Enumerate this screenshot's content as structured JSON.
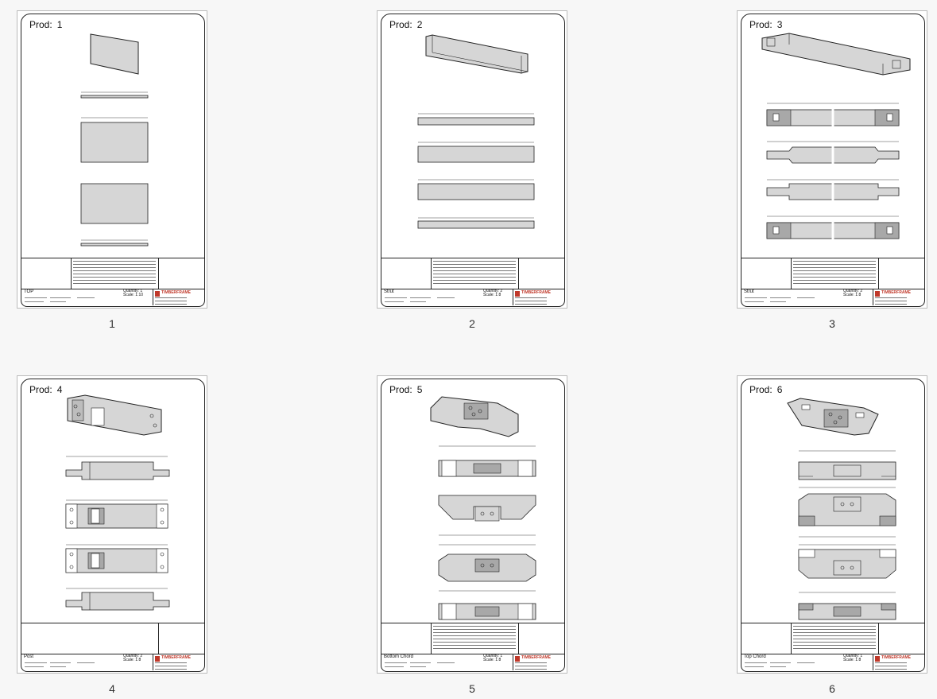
{
  "thumbnails": [
    {
      "prod_label": "Prod:",
      "prod_number": "1",
      "part_name": "TOP",
      "quantity_label": "Quantity:",
      "quantity": "1",
      "scale_label": "Scale:",
      "scale": "1:10",
      "brand": "TIMBERFRAME",
      "page_number": "1"
    },
    {
      "prod_label": "Prod:",
      "prod_number": "2",
      "part_name": "Strut",
      "quantity_label": "Quantity:",
      "quantity": "2",
      "scale_label": "Scale:",
      "scale": "1:8",
      "brand": "TIMBERFRAME",
      "page_number": "2"
    },
    {
      "prod_label": "Prod:",
      "prod_number": "3",
      "part_name": "Strut",
      "quantity_label": "Quantity:",
      "quantity": "2",
      "scale_label": "Scale:",
      "scale": "1:8",
      "brand": "TIMBERFRAME",
      "page_number": "3"
    },
    {
      "prod_label": "Prod:",
      "prod_number": "4",
      "part_name": "Post",
      "quantity_label": "Quantity:",
      "quantity": "2",
      "scale_label": "Scale:",
      "scale": "1:8",
      "brand": "TIMBERFRAME",
      "page_number": "4"
    },
    {
      "prod_label": "Prod:",
      "prod_number": "5",
      "part_name": "Bottom Chord",
      "quantity_label": "Quantity:",
      "quantity": "1",
      "scale_label": "Scale:",
      "scale": "1:8",
      "brand": "TIMBERFRAME",
      "page_number": "5"
    },
    {
      "prod_label": "Prod:",
      "prod_number": "6",
      "part_name": "Top Chord",
      "quantity_label": "Quantity:",
      "quantity": "1",
      "scale_label": "Scale:",
      "scale": "1:8",
      "brand": "TIMBERFRAME",
      "page_number": "6"
    }
  ],
  "colors": {
    "fill": "#d6d6d6",
    "dark_fill": "#a8a8a8",
    "line": "#222222",
    "brand_red": "#c0392b"
  }
}
